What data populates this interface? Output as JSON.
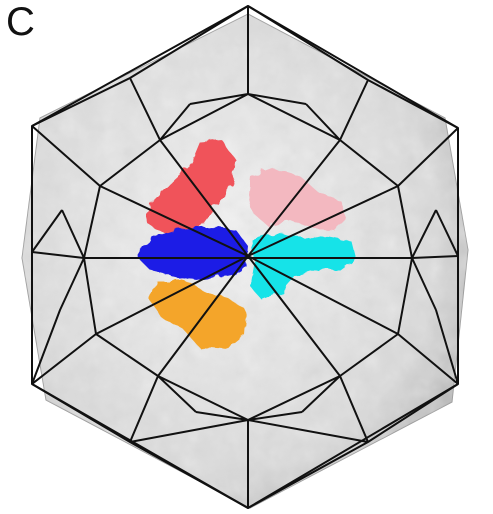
{
  "figure": {
    "panel_label": "C"
  },
  "colors": {
    "background": "#ffffff",
    "capsid_surface": "#e4e4e4",
    "capsid_shadow": "#a9a9a9",
    "cage_lines": "#111111",
    "subunit_red": "#f0525a",
    "subunit_pink": "#f3b8c0",
    "subunit_blue": "#1f1fe6",
    "subunit_cyan": "#16e3e8",
    "subunit_orange": "#f4a52a"
  },
  "icons": {
    "capsid": "icosahedral-capsid-surface",
    "cage": "icosahedron-wireframe"
  }
}
